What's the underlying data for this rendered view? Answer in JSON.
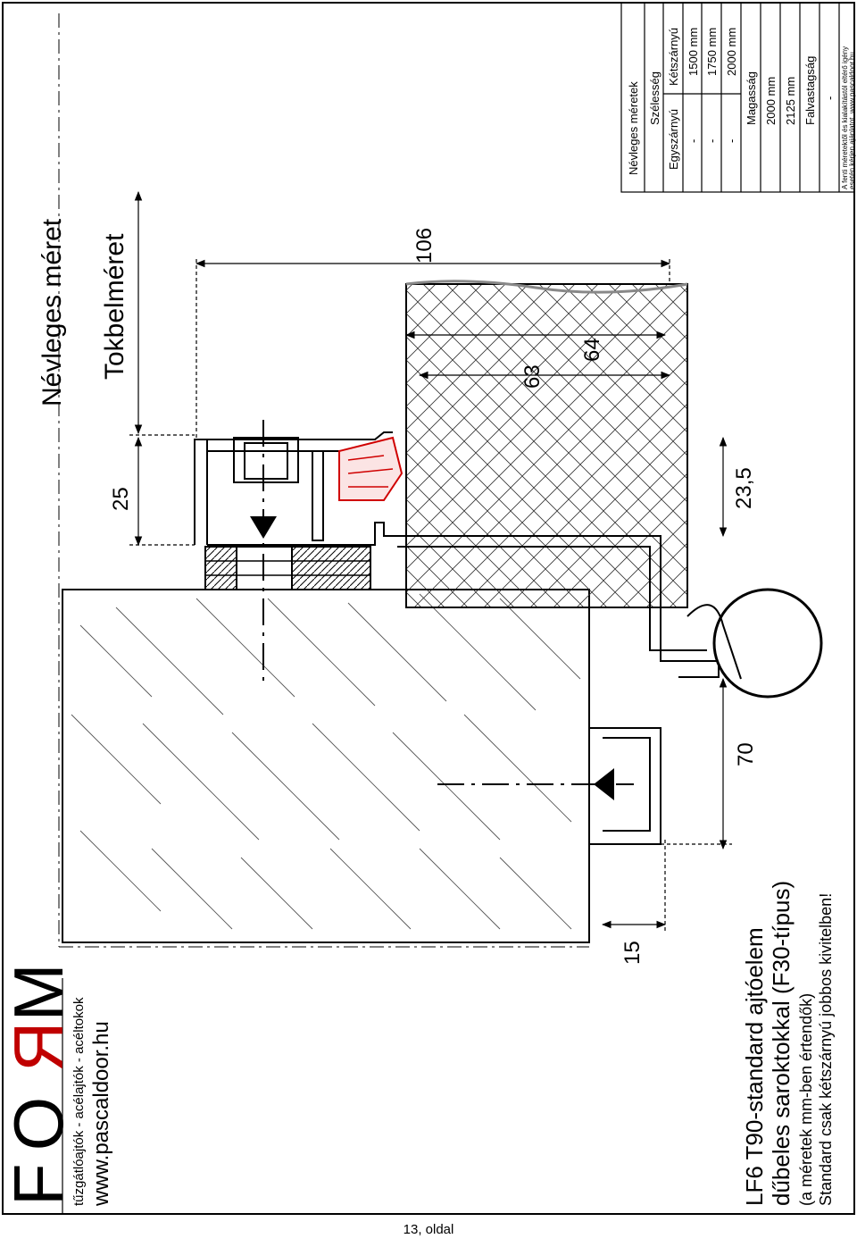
{
  "brand": {
    "logo_f": "F",
    "logo_o": "O",
    "logo_r": "R",
    "logo_m": "M",
    "tagline": "tűzgátlóajtók - acélajtók - acéltokok",
    "url": "www.pascaldoor.hu"
  },
  "title": {
    "line1": "LF6 T90-standard ajtóelem",
    "line2": "dűbeles saroktokkal (F30-típus)",
    "line3": "(a méretek mm-ben értendők)",
    "line4": "Standard csak kétszárnyú jobbos kivitelben!"
  },
  "dimensions": {
    "nevleges": "Névleges méret",
    "tokbel": "Tokbelméret",
    "d106": "106",
    "d64": "64",
    "d63": "63",
    "d25": "25",
    "d235": "23,5",
    "d70": "70",
    "d15": "15"
  },
  "table": {
    "heading": "Névleges méretek",
    "width_label": "Szélesség",
    "col_single": "Egyszárnyú",
    "col_double": "Kétszárnyú",
    "rows": [
      {
        "single": "-",
        "double": "1500 mm"
      },
      {
        "single": "-",
        "double": "1750 mm"
      },
      {
        "single": "-",
        "double": "2000 mm"
      }
    ],
    "height_label": "Magasság",
    "heights": [
      "2000 mm",
      "2125 mm"
    ],
    "wall_label": "Falvastagság",
    "wall_value": "-",
    "note1": "A fenti méretektől és kialakítástól eltérő igény",
    "note2": "esetén kérjen ajánlatot. www.pascaldoor.hu"
  },
  "footer": "13, oldal"
}
